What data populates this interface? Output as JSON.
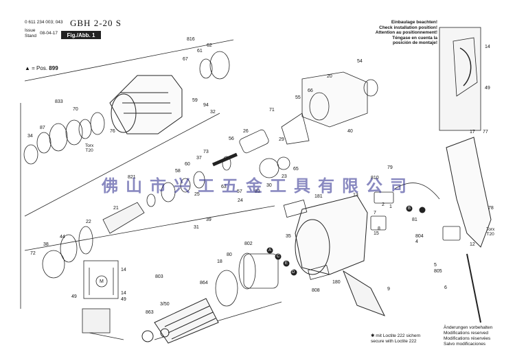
{
  "header": {
    "part_no": "0 611 234 003; 043",
    "model": "GBH 2-20 S",
    "issue_label": "Issue",
    "stand_label": "Stand",
    "date": "08-04-17",
    "fig": "Fig./Abb. 1"
  },
  "install_note": [
    "Einbaulage beachten!",
    "Check installation position!",
    "Attention au positionnement!",
    "Téngase en cuenta la",
    "posición de montaje!"
  ],
  "pos_note": {
    "text": "= Pos.",
    "value": "899"
  },
  "watermark": "佛山市兴工五金工具有限公司",
  "torx": [
    {
      "line1": "Torx",
      "line2": "T20"
    },
    {
      "line1": "Torx",
      "line2": "T20"
    }
  ],
  "loctite_note": [
    "✱ mit Loctite 222 sichern",
    "secure with Loctite 222"
  ],
  "changes_note": [
    "Änderungen vorbehalten",
    "Modifications reserved",
    "Modifications réservées",
    "Salvo modificaciones"
  ],
  "part_labels": [
    "816",
    "67",
    "61",
    "62",
    "833",
    "70",
    "87",
    "34",
    "76",
    "59",
    "94",
    "32",
    "71",
    "55",
    "66",
    "20",
    "54",
    "40",
    "26",
    "56",
    "29",
    "73",
    "30",
    "37",
    "60",
    "58",
    "821",
    "21",
    "22",
    "38",
    "44",
    "72",
    "63",
    "24",
    "65",
    "23",
    "83",
    "57",
    "31",
    "39",
    "25",
    "181",
    "13",
    "810",
    "79",
    "14",
    "49",
    "17",
    "77",
    "78",
    "15",
    "80",
    "802",
    "35",
    "804",
    "4",
    "12",
    "5",
    "805",
    "6",
    "18",
    "803",
    "864",
    "3/50",
    "863",
    "808",
    "180",
    "9",
    "7",
    "8",
    "81",
    "1",
    "2",
    "C",
    "D",
    "B",
    "A",
    "E"
  ],
  "schematic_labels": [
    "14",
    "M",
    "49",
    "14",
    "49"
  ]
}
